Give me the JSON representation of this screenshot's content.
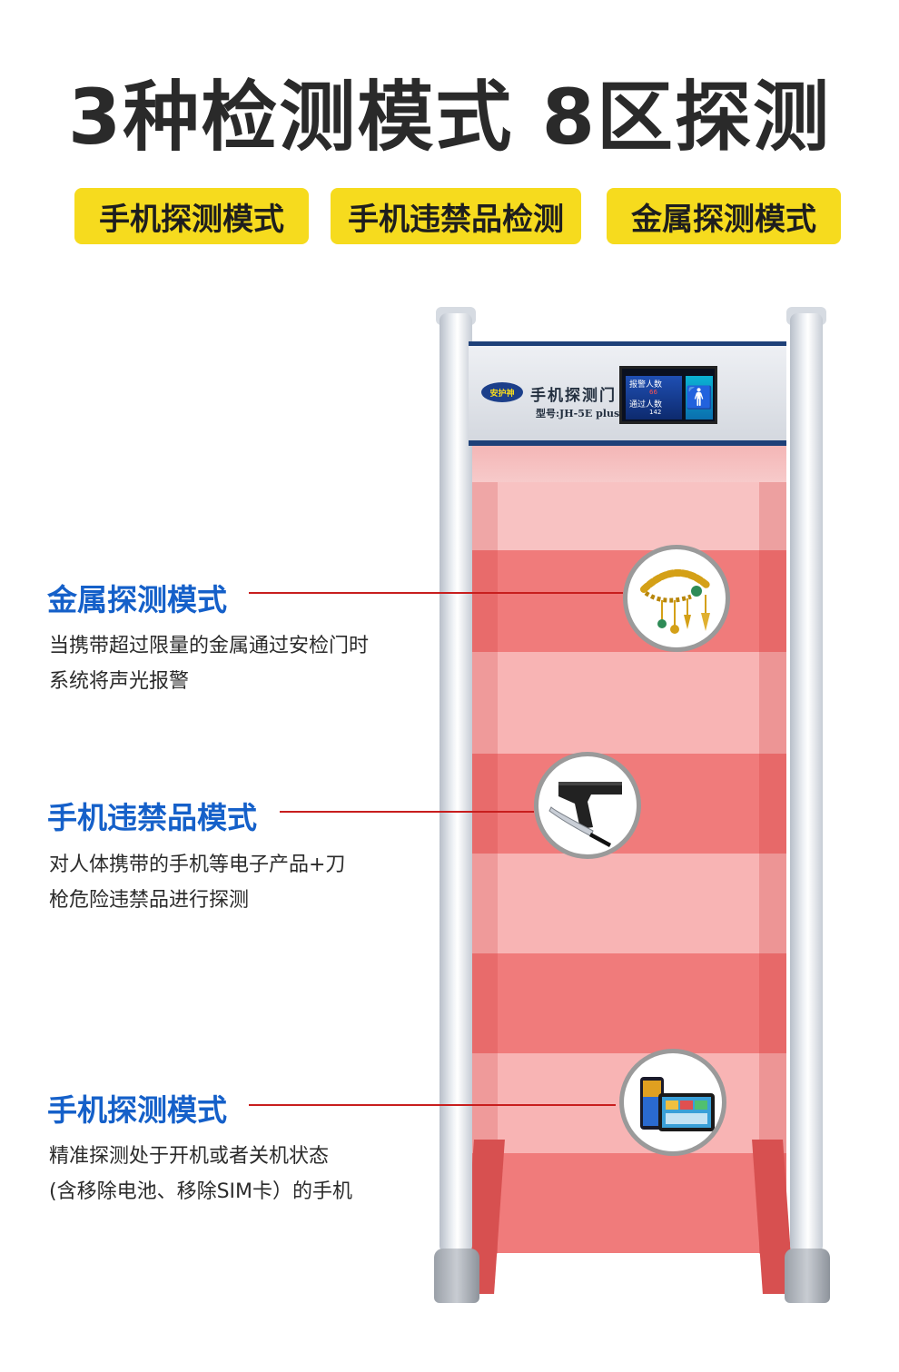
{
  "title": "3种检测模式 8区探测",
  "modes": [
    "手机探测模式",
    "手机违禁品检测",
    "金属探测模式"
  ],
  "device": {
    "logo": "安护神",
    "name": "手机探测门",
    "model": "型号:JH-5E plus",
    "screen": {
      "alarm_label": "报警人数",
      "alarm_count": "66",
      "pass_label": "通过人数",
      "pass_count": "142"
    }
  },
  "callouts": [
    {
      "title": "金属探测模式",
      "desc": [
        "当携带超过限量的金属通过安检门时",
        "系统将声光报警"
      ]
    },
    {
      "title": "手机违禁品模式",
      "desc": [
        "对人体携带的手机等电子产品+刀",
        "枪危险违禁品进行探测"
      ]
    },
    {
      "title": "手机探测模式",
      "desc": [
        "精准探测处于开机或者关机状态",
        "(含移除电池、移除SIM卡）的手机"
      ]
    }
  ],
  "colors": {
    "accent_blue": "#1560c9",
    "chip_yellow": "#f6db1e",
    "line_red": "#c81e1e",
    "gate_blue": "#1e4078",
    "zone_dark": "#f07d7d",
    "zone_light": "#f8b2b2"
  },
  "icons": {
    "metal_circle": "jewelry-bracelet-icon",
    "contraband_circle": "pistol-knife-icon",
    "phone_circle": "phone-tablet-icon",
    "screen_figure": "person-figure-icon"
  }
}
